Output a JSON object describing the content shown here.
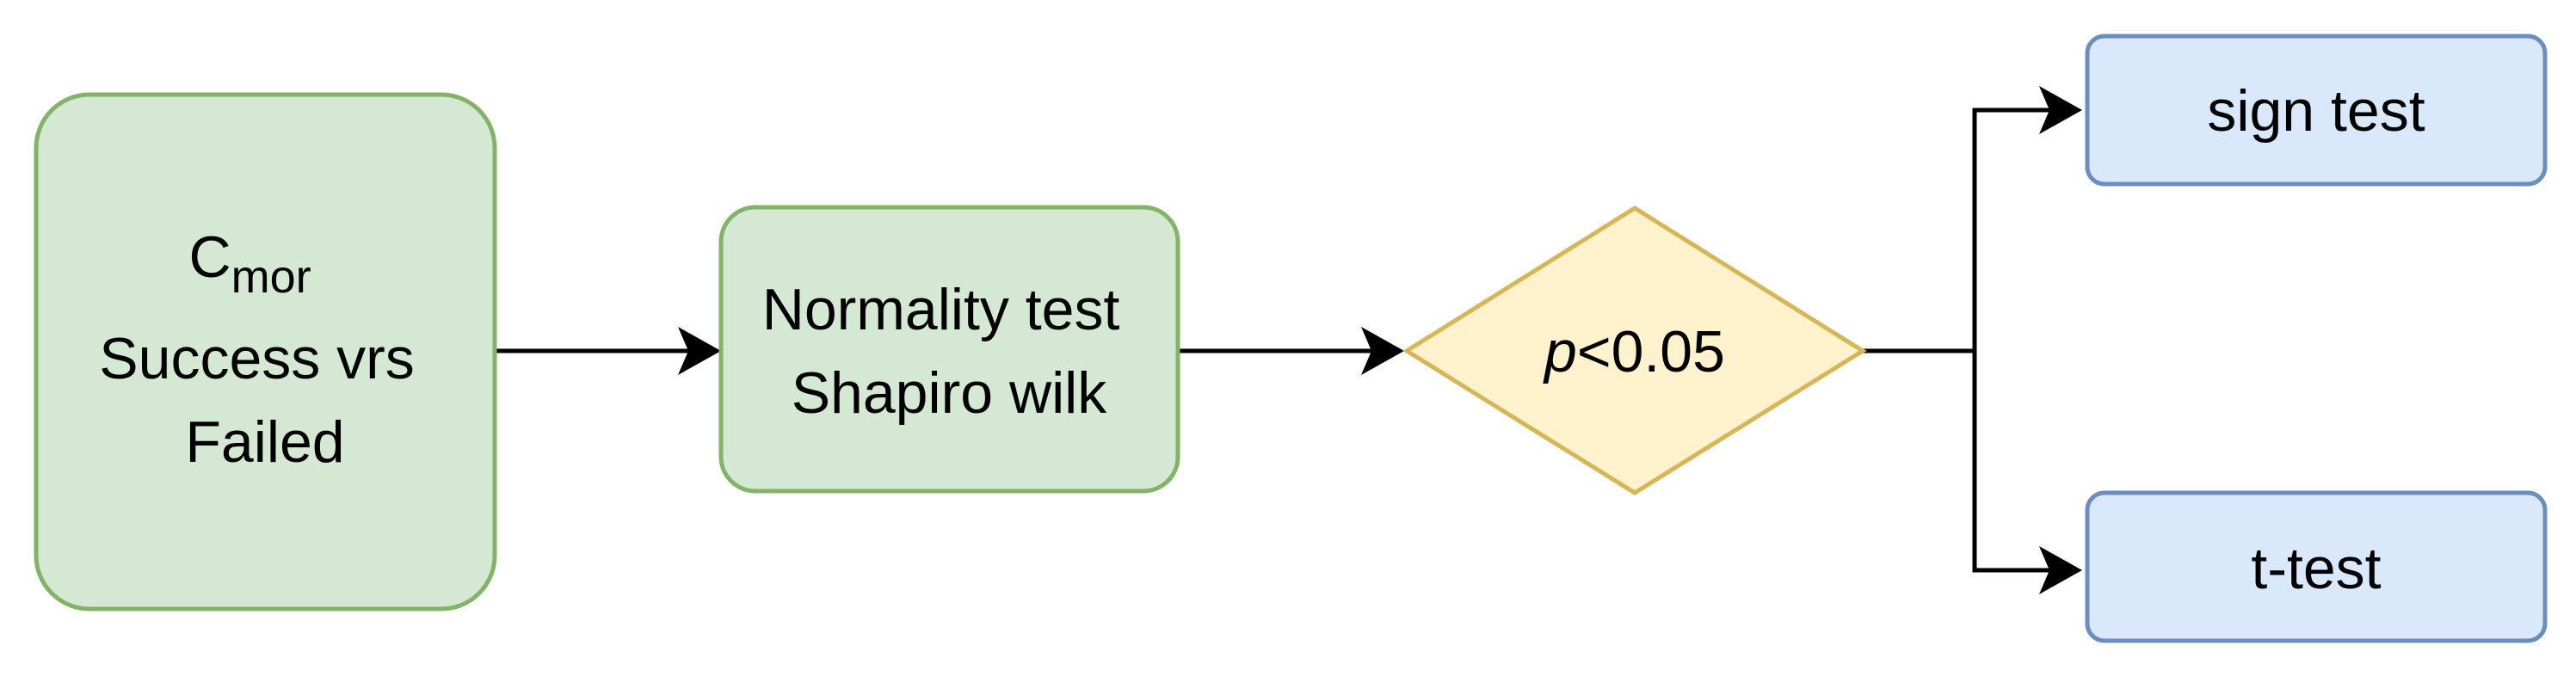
{
  "diagram": {
    "nodes": {
      "input": {
        "label_main": "C",
        "label_subscript": "mor",
        "line2": "Success vrs",
        "line3": "Failed",
        "fill": "#d5e8d4",
        "stroke": "#82b366"
      },
      "normality": {
        "line1": "Normality test",
        "line2": "Shapiro wilk",
        "fill": "#d5e8d4",
        "stroke": "#82b366"
      },
      "decision": {
        "label_italic": "p",
        "label_rest": "<0.05",
        "fill": "#fff2cc",
        "stroke": "#d6b656"
      },
      "sign_test": {
        "label": "sign test",
        "fill": "#dae8fc",
        "stroke": "#6c8ebf"
      },
      "t_test": {
        "label": "t-test",
        "fill": "#dae8fc",
        "stroke": "#6c8ebf"
      }
    },
    "edges": [
      {
        "from": "input",
        "to": "normality"
      },
      {
        "from": "normality",
        "to": "decision"
      },
      {
        "from": "decision",
        "to": "sign_test"
      },
      {
        "from": "decision",
        "to": "t_test"
      }
    ],
    "edge_color": "#000000"
  }
}
